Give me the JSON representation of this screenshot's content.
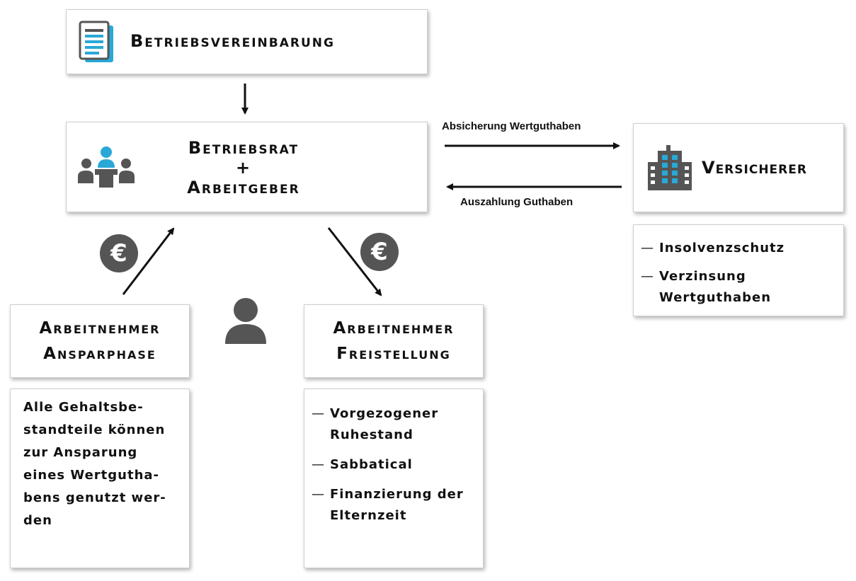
{
  "boxes": {
    "betriebsvereinbarung": {
      "title": "Betriebsvereinbarung"
    },
    "betriebsrat": {
      "line1": "Betriebsrat",
      "plus": "+",
      "line2": "Arbeitgeber"
    },
    "versicherer": {
      "title": "Versicherer"
    },
    "versicherer_details": {
      "items": [
        "Insolvenzschutz",
        "Verzinsung Wertguthaben"
      ]
    },
    "arbeitnehmer_anspar": {
      "line1": "Arbeitnehmer",
      "line2": "Ansparphase"
    },
    "anspar_details": {
      "text": "Alle Gehaltsbe-standteile können zur Ansparung eines Wertgutha-bens genutzt wer-den"
    },
    "arbeitnehmer_freistellung": {
      "line1": "Arbeitnehmer",
      "line2": "Freistellung"
    },
    "freistellung_details": {
      "items": [
        "Vorgezogener Ruhestand",
        "Sabbatical",
        "Finanzierung der Elternzeit"
      ]
    }
  },
  "edges": {
    "to_versicherer": "Absicherung Wertguthaben",
    "from_versicherer": "Auszahlung Guthaben"
  },
  "icons": {
    "document": "document-icon",
    "meeting": "meeting-people-icon",
    "building": "office-building-icon",
    "person": "person-icon",
    "euro": "euro-coin-icon",
    "euro_symbol": "€"
  },
  "colors": {
    "accent": "#29a8d8",
    "icon_gray": "#555555"
  },
  "bullet_dash": "—"
}
